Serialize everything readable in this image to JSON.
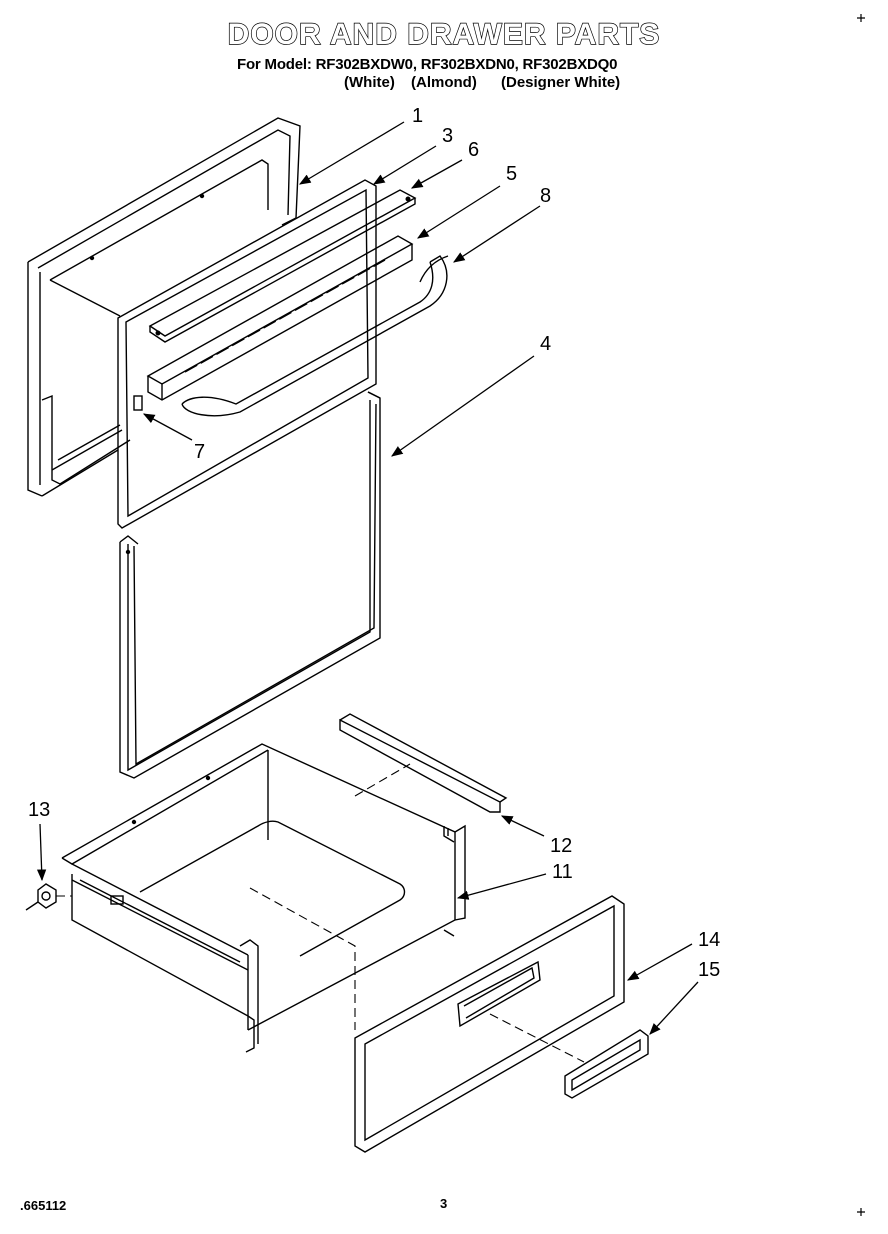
{
  "title": "DOOR AND DRAWER PARTS",
  "subtitle": "For Model: RF302BXDW0, RF302BXDN0, RF302BXDQ0",
  "variants": [
    "(White)",
    "(Almond)",
    "(Designer White)"
  ],
  "callouts": [
    "1",
    "3",
    "6",
    "5",
    "8",
    "4",
    "7",
    "13",
    "12",
    "11",
    "14",
    "15"
  ],
  "footer": {
    "doc_number": "665112",
    "page": "3"
  }
}
